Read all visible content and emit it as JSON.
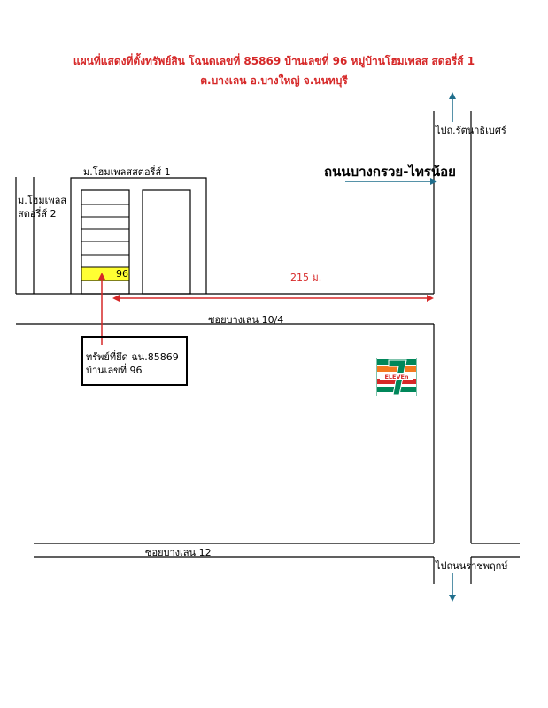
{
  "title_line1": "แผนที่แสดงที่ตั้งทรัพย์สิน โฉนดเลขที่ 85869 บ้านเลขที่ 96 หมู่บ้านโฮมเพลส สดอรี่ส์ 1",
  "title_line2": "ต.บางเลน อ.บางใหญ่ จ.นนทบุรี",
  "labels": {
    "to_north": "ไปถ.รัตนาธิเบศร์",
    "main_road": "ถนนบางกรวย-ไทรน้อย",
    "village1": "ม.โฮมเพลสสตอรี่ส์ 1",
    "village2_line1": "ม.โฮมเพลส",
    "village2_line2": "สตอรี่ส์ 2",
    "house_number": "96",
    "distance": "215 ม.",
    "soi_10_4": "ซอยบางเลน 10/4",
    "property_line1": "ทรัพย์ที่ยึด ฉน.85869",
    "property_line2": "บ้านเลขที่ 96",
    "soi_12": "ซอยบางเลน 12",
    "to_south": "ไปถนนราชพฤกษ์",
    "store_logo": "7 ELEVEN"
  },
  "colors": {
    "title": "#d62828",
    "arrow_blue": "#1f6e8c",
    "highlight": "#ffff33",
    "store_green": "#00875a",
    "store_orange": "#f47a20",
    "store_red": "#d62828"
  }
}
